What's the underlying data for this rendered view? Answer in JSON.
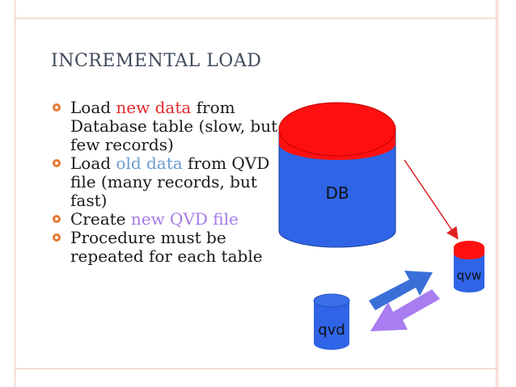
{
  "title": "INCREMENTAL LOAD",
  "bullets": [
    {
      "pre": "Load ",
      "hl": "new data",
      "post": " from Database table (slow, but few records)"
    },
    {
      "pre": "Load ",
      "hl": "old data",
      "post": " from QVD file (many records, but fast)"
    },
    {
      "pre": "Create ",
      "hl": "new QVD file",
      "post": ""
    },
    {
      "pre": "Procedure must be repeated for each table",
      "hl": "",
      "post": ""
    }
  ],
  "diagram": {
    "db_label": "DB",
    "qvw_label": "qvw",
    "qvd_label": "qvd"
  },
  "colors": {
    "accent": "#e8782f",
    "title": "#3f4a5a",
    "cylinder_blue": "#2f64e6",
    "cylinder_red": "#ff1010",
    "arrow_blue": "#3a6fd8",
    "arrow_purple": "#a77df0"
  }
}
